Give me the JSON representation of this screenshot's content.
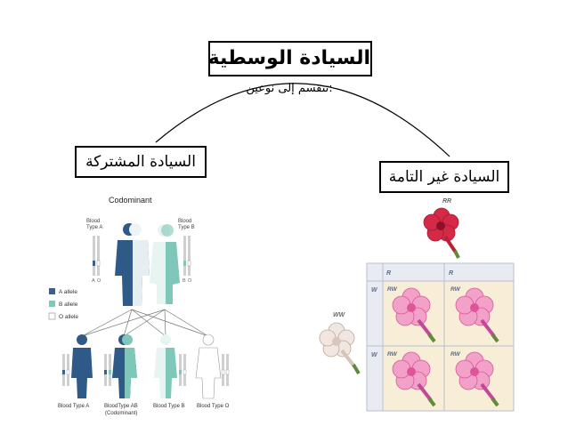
{
  "main_title": "السيادة الوسطية",
  "subtitle": ":تنقسم إلى نوعين",
  "left_branch": "السيادة المشتركة",
  "right_branch": "السيادة غير التامة",
  "codominant": {
    "title": "Codominant",
    "blood_type_a": [
      "Blood",
      "Type A"
    ],
    "blood_type_b": [
      "Blood",
      "Type B"
    ],
    "legend": [
      "A allele",
      "B allele",
      "O allele"
    ],
    "children": [
      "Blood Type A",
      "BloodType AB",
      "(Codominant)",
      "Blood Type B",
      "Blood Type O"
    ],
    "allele_letters": [
      "A",
      "O",
      "B",
      "O"
    ],
    "colors": {
      "a_allele": "#3a5f8a",
      "b_allele": "#7fc7b8",
      "o_allele": "#ffffff"
    }
  },
  "incomplete": {
    "rr": "RR",
    "ww": "WW",
    "header_r": "R",
    "row_w": "W",
    "cell": "RW",
    "colors": {
      "red_flower": "#d42a48",
      "pink_flower": "#f3a1c8",
      "white_flower": "#f1e7e0",
      "grid_bg": "#f8edd6"
    }
  }
}
